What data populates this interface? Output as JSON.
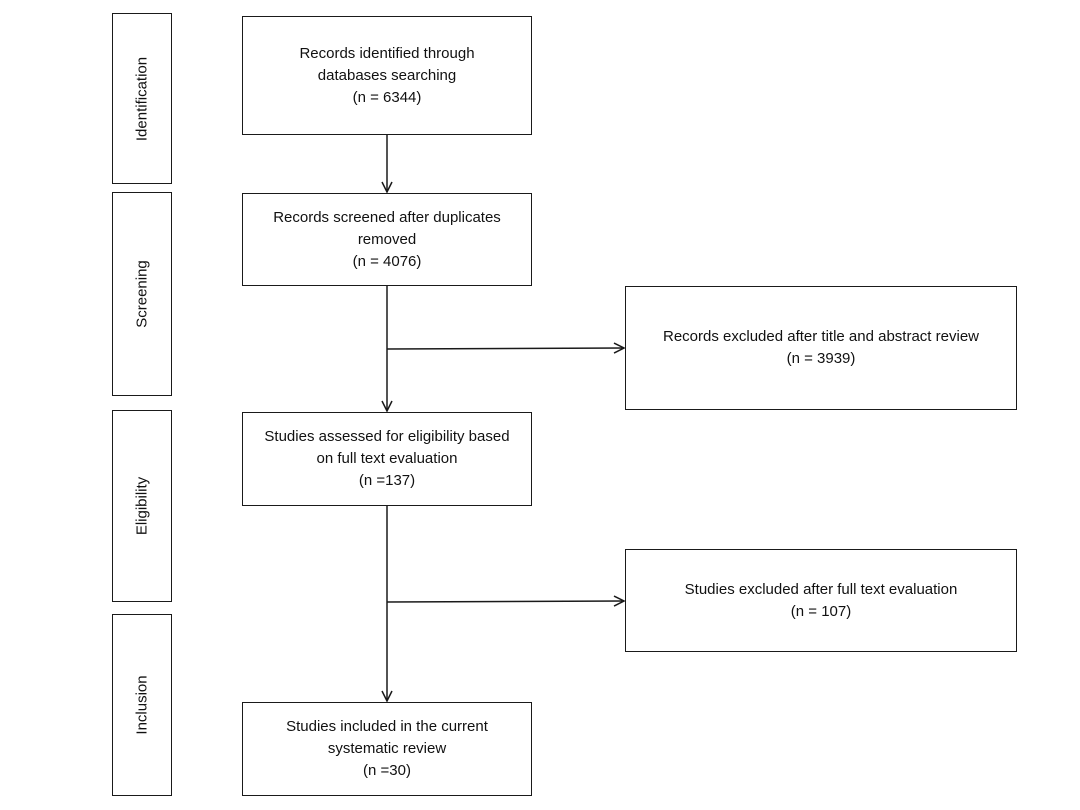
{
  "stages": {
    "identification": "Identification",
    "screening": "Screening",
    "eligibility": "Eligibility",
    "inclusion": "Inclusion"
  },
  "boxes": {
    "identified": {
      "line1": "Records identified through",
      "line2": "databases searching",
      "count": "(n = 6344)"
    },
    "screened": {
      "line1": "Records screened after duplicates",
      "line2": "removed",
      "count": "(n = 4076)"
    },
    "excluded_title_abstract": {
      "line1": "Records excluded after title and abstract review",
      "count": "(n = 3939)"
    },
    "assessed": {
      "line1": "Studies assessed for eligibility based",
      "line2": "on full text evaluation",
      "count": "(n =137)"
    },
    "excluded_full_text": {
      "line1": "Studies excluded after full text evaluation",
      "count": "(n = 107)"
    },
    "included": {
      "line1": "Studies included in the current",
      "line2": "systematic review",
      "count": "(n =30)"
    }
  }
}
